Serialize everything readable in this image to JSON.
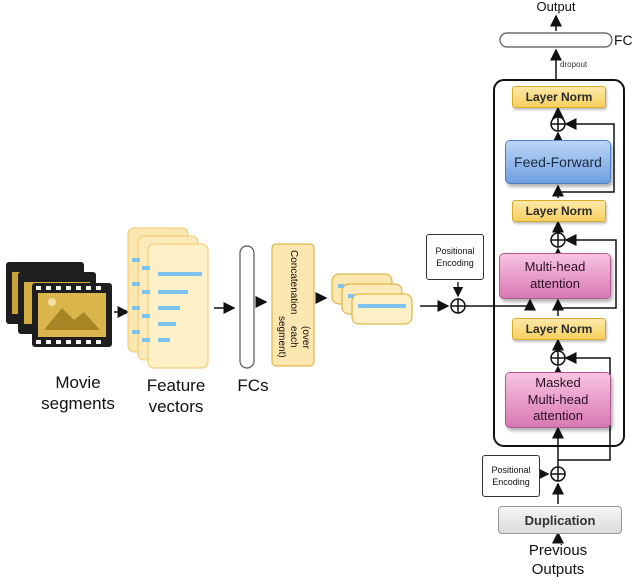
{
  "labels": {
    "movie_segments_line1": "Movie",
    "movie_segments_line2": "segments",
    "feature_vectors_line1": "Feature",
    "feature_vectors_line2": "vectors",
    "fcs": "FCs",
    "concatenation_line1": "Concatenation",
    "concatenation_line2": "(over each segment)",
    "output": "Output",
    "fc": "FC",
    "dropout": "dropout",
    "previous_outputs_line1": "Previous",
    "previous_outputs_line2": "Outputs"
  },
  "encoder_side": {
    "positional_encoding_line1": "Positional",
    "positional_encoding_line2": "Encoding"
  },
  "decoder": {
    "layer_norm_top": "Layer Norm",
    "feed_forward": "Feed-Forward",
    "layer_norm_mid": "Layer Norm",
    "multi_head_line1": "Multi-head",
    "multi_head_line2": "attention",
    "layer_norm_low": "Layer Norm",
    "masked_line1": "Masked",
    "masked_line2": "Multi-head",
    "masked_line3": "attention",
    "positional_encoding_line1": "Positional",
    "positional_encoding_line2": "Encoding",
    "duplication": "Duplication"
  },
  "colors": {
    "layer_norm": "#f7cf5e",
    "feed_forward": "#6f9fe0",
    "multi_head_attention": "#d978b3",
    "feature_cards": "#fde7b0",
    "feature_bars": "#7ec3ef",
    "film": "#c9a33a"
  }
}
